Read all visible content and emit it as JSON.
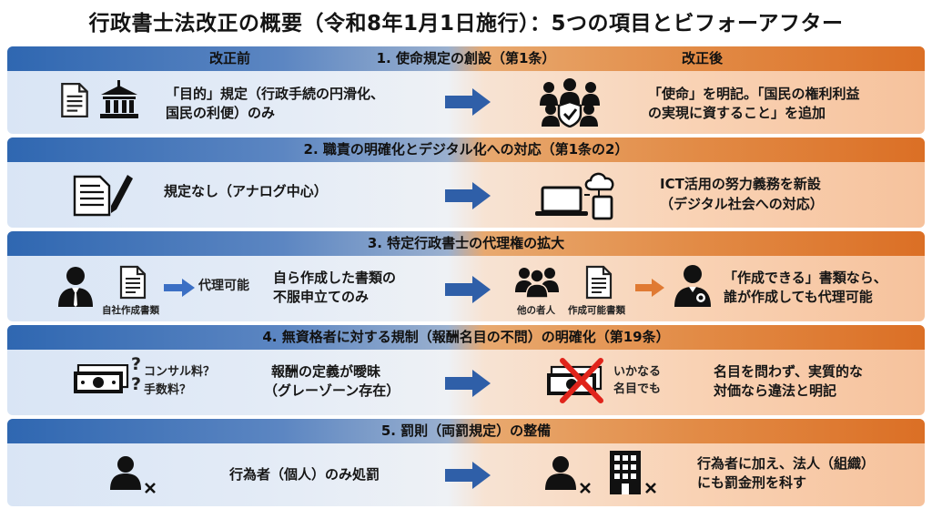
{
  "title": "行政書士法改正の概要（令和8年1月1日施行）：5つの項目とビフォーアフター",
  "colors": {
    "before": "#2f67b1",
    "after": "#db6f25",
    "arrow": "#2f5fa8",
    "cross": "#e0241b"
  },
  "sections": [
    {
      "title": "1. 使命規定の創設（第1条）",
      "before_label": "改正前",
      "after_label": "改正後",
      "before": [
        "「目的」規定（行政手続の円滑化、",
        "国民の利便）のみ"
      ],
      "after": [
        "「使命」を明記。「国民の権利利益",
        "の実現に資すること」を追加"
      ],
      "icons": [
        "document-icon",
        "government-building-icon",
        "people-shield-icon"
      ]
    },
    {
      "title": "2. 職責の明確化とデジタル化への対応（第1条の2）",
      "before": [
        "規定なし（アナログ中心）"
      ],
      "after": [
        "ICT活用の努力義務を新設",
        "（デジタル社会への対応）"
      ],
      "icons": [
        "paper-pen-icon",
        "laptop-cloud-tablet-icon"
      ]
    },
    {
      "title": "3. 特定行政書士の代理権の拡大",
      "before_caption": "自社作成書類",
      "before_arrow_label": "代理可能",
      "before": [
        "自ら作成した書類の",
        "不服申立てのみ"
      ],
      "after_caption_people": "他の者人",
      "after_caption_doc": "作成可能書類",
      "after": [
        "「作成できる」書類なら、",
        "誰が作成しても代理可能"
      ],
      "icons": [
        "lawyer-icon",
        "document-icon",
        "group-icon",
        "badge-person-icon"
      ]
    },
    {
      "title": "4. 無資格者に対する規制（報酬名目の不問）の明確化（第19条）",
      "before_tags": [
        "コンサル料？",
        "手数料？"
      ],
      "before": [
        "報酬の定義が曖昧",
        "（グレーゾーン存在）"
      ],
      "after_tags": [
        "いかなる",
        "名目でも"
      ],
      "after": [
        "名目を問わず、実質的な",
        "対価なら違法と明記"
      ],
      "icons": [
        "money-icon",
        "money-crossed-icon"
      ]
    },
    {
      "title": "5. 罰則（両罰規定）の整備",
      "before": [
        "行為者（個人）のみ処罰"
      ],
      "after": [
        "行為者に加え、法人（組織）",
        "にも罰金刑を科す"
      ],
      "icons": [
        "person-x-icon",
        "building-x-icon"
      ]
    }
  ]
}
